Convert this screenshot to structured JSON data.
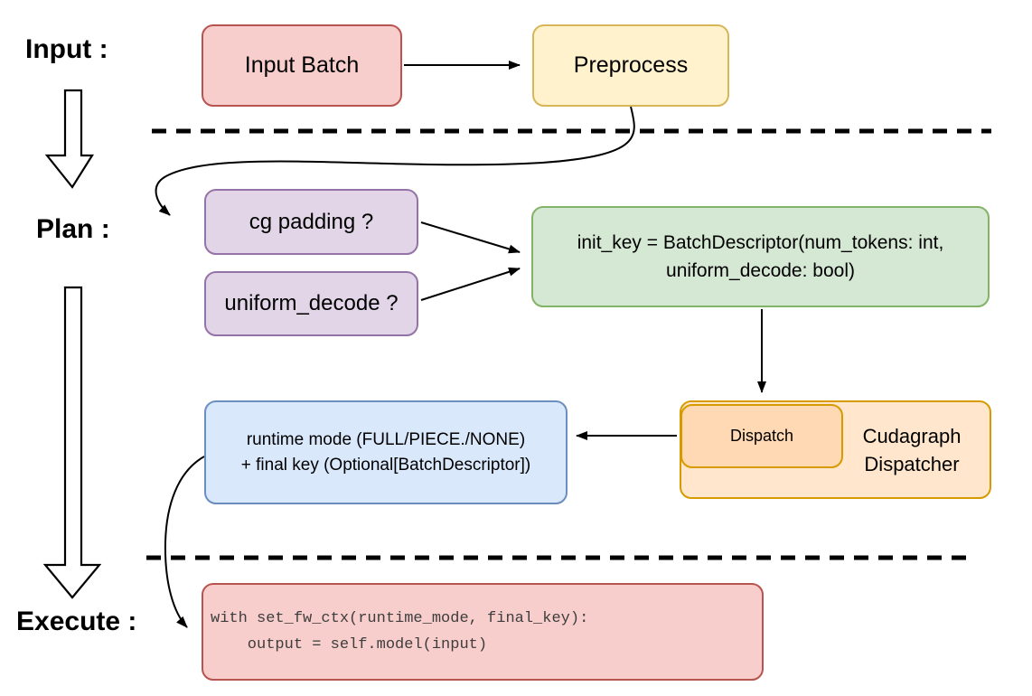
{
  "phase_labels": {
    "input": "Input :",
    "plan": "Plan :",
    "execute": "Execute :"
  },
  "nodes": {
    "input_batch": {
      "label": "Input Batch"
    },
    "preprocess": {
      "label": "Preprocess"
    },
    "cg_padding": {
      "label": "cg padding ?"
    },
    "uniform_decode": {
      "label": "uniform_decode ?"
    },
    "init_key": {
      "line1": "init_key = BatchDescriptor(num_tokens: int,",
      "line2": "uniform_decode: bool)"
    },
    "dispatch": {
      "label": "Dispatch"
    },
    "cudagraph_dispatcher": {
      "line1": "Cudagraph",
      "line2": "Dispatcher"
    },
    "runtime_mode": {
      "line1": "runtime mode (FULL/PIECE./NONE)",
      "line2": "+ final key (Optional[BatchDescriptor])"
    },
    "execute_code": {
      "line1": "with set_fw_ctx(runtime_mode, final_key):",
      "line2": "    output = self.model(input)"
    }
  },
  "colors": {
    "pink_fill": "#f8cecc",
    "pink_stroke": "#b85450",
    "yellow_fill": "#fff2cc",
    "yellow_stroke": "#d6b656",
    "purple_fill": "#e1d5e7",
    "purple_stroke": "#9673a6",
    "green_fill": "#d5e8d4",
    "green_stroke": "#82b366",
    "orange_fill": "#ffe6cc",
    "orange_inner_fill": "#ffd9b3",
    "orange_stroke": "#d79b00",
    "blue_fill": "#dae8fc",
    "blue_stroke": "#6c8ebf"
  }
}
